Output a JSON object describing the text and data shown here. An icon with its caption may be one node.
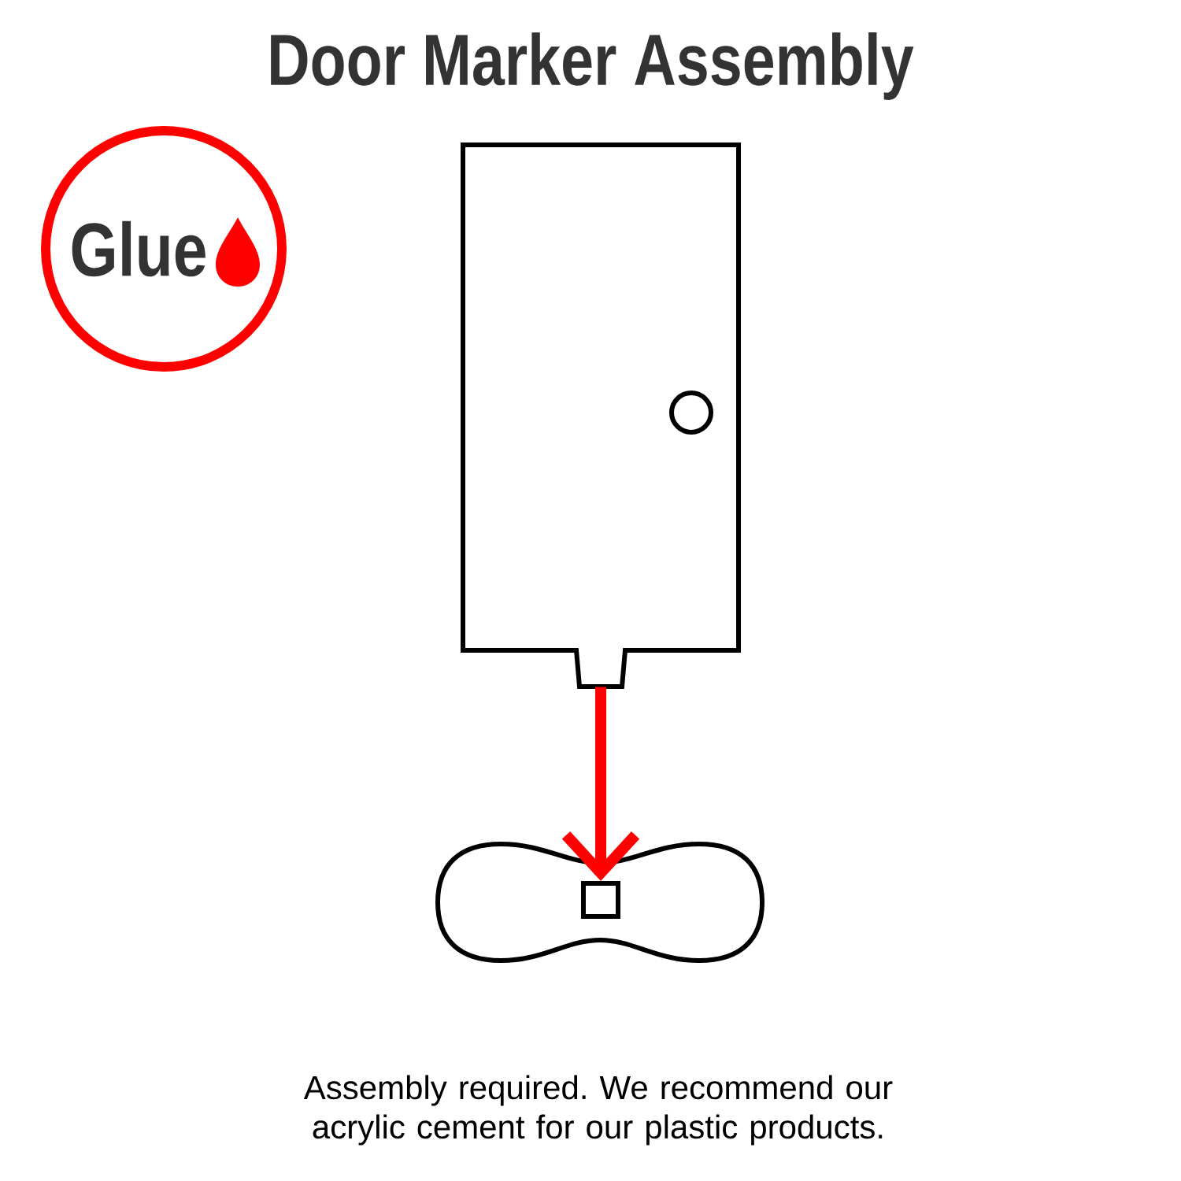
{
  "diagram": {
    "title": "Door Marker Assembly",
    "caption": "Assembly required. We recommend our acrylic cement for our plastic products.",
    "nodes": [
      {
        "text": [
          "Glue"
        ]
      },
      {
        "text": [],
        "shape": "picture"
      },
      {
        "text": [],
        "shape": "picture"
      },
      {
        "text": [],
        "shape": "box",
        "in": 2
      }
    ],
    "edges": [
      {
        "from": 1,
        "to": 3,
        "arrow": "to",
        "color": "#ff0000"
      }
    ]
  }
}
